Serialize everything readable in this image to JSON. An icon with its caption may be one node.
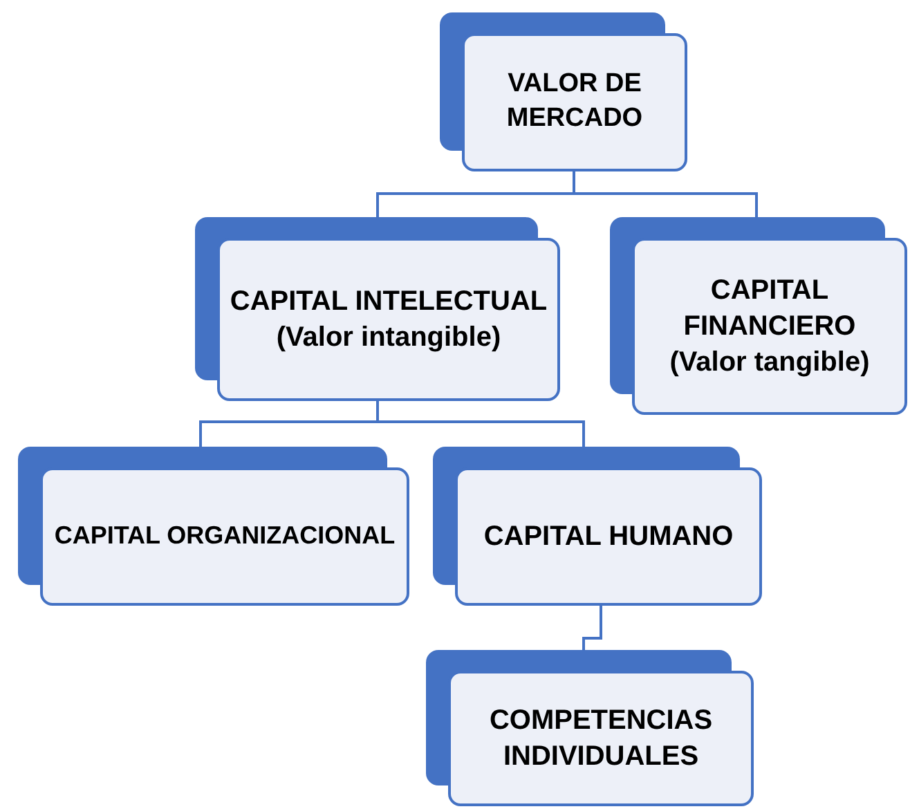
{
  "diagram": {
    "nodes": [
      {
        "text": [
          "VALOR DE MERCADO"
        ]
      },
      {
        "text": [
          "CAPITAL INTELECTUAL",
          "(Valor intangible)"
        ]
      },
      {
        "text": [
          "CAPITAL FINANCIERO",
          "(Valor tangible)"
        ]
      },
      {
        "text": [
          "CAPITAL ORGANIZACIONAL"
        ]
      },
      {
        "text": [
          "CAPITAL HUMANO"
        ]
      },
      {
        "text": [
          "COMPETENCIAS INDIVIDUALES"
        ]
      }
    ],
    "edges": [
      {
        "from": 0,
        "to": 1,
        "arrow": "none"
      },
      {
        "from": 0,
        "to": 2,
        "arrow": "none"
      },
      {
        "from": 1,
        "to": 3,
        "arrow": "none"
      },
      {
        "from": 1,
        "to": 4,
        "arrow": "none"
      },
      {
        "from": 4,
        "to": 5,
        "arrow": "none"
      }
    ]
  }
}
